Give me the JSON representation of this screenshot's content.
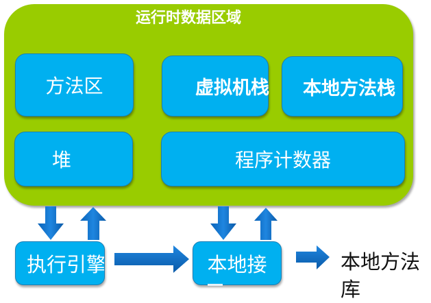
{
  "diagram": {
    "runtime_area": {
      "title": "运行时数据区域",
      "color": "#99cc00"
    },
    "components": {
      "method_area": "方法区",
      "vm_stack": "虚拟机栈",
      "native_method_stack": "本地方法栈",
      "heap": "堆",
      "program_counter": "程序计数器"
    },
    "execution_engine": "执行引擎",
    "native_interface": "本地接",
    "native_method_library": "本地方法库",
    "box_color": "#00b0f0",
    "arrow_color": "#0070c0",
    "connections": [
      {
        "from": "运行时数据区域",
        "to": "执行引擎",
        "direction": "down"
      },
      {
        "from": "执行引擎",
        "to": "运行时数据区域",
        "direction": "up"
      },
      {
        "from": "运行时数据区域",
        "to": "本地接",
        "direction": "down"
      },
      {
        "from": "本地接",
        "to": "运行时数据区域",
        "direction": "up"
      },
      {
        "from": "执行引擎",
        "to": "本地接",
        "direction": "right"
      },
      {
        "from": "本地接",
        "to": "本地方法库",
        "direction": "right"
      }
    ]
  }
}
